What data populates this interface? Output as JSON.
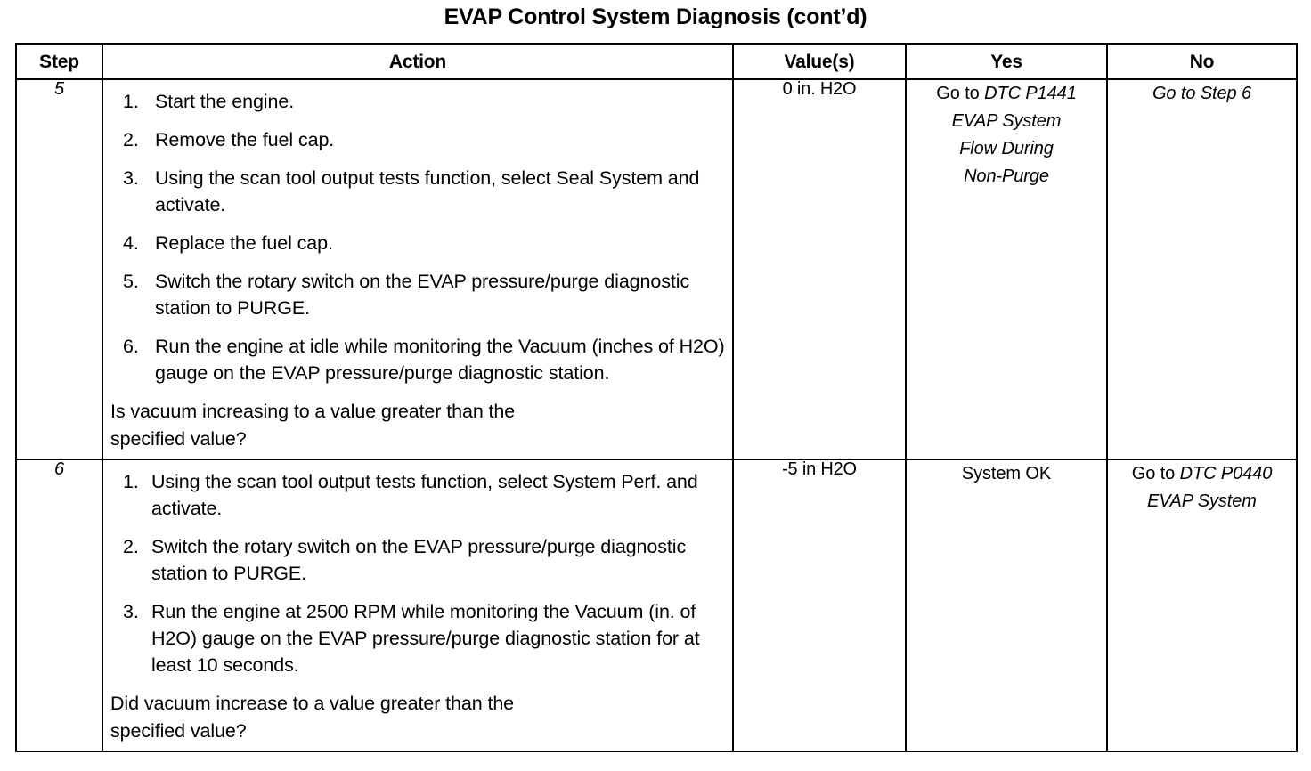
{
  "document": {
    "title": "EVAP Control System Diagnosis (cont’d)"
  },
  "table": {
    "headers": {
      "step": "Step",
      "action": "Action",
      "value": "Value(s)",
      "yes": "Yes",
      "no": "No"
    },
    "rows": [
      {
        "step": "5",
        "actions": [
          {
            "num": "1.",
            "text": "Start the engine."
          },
          {
            "num": "2.",
            "text": "Remove the fuel cap."
          },
          {
            "num": "3.",
            "text": "Using the scan tool output tests function, select Seal System and activate."
          },
          {
            "num": "4.",
            "text": "Replace the fuel cap."
          },
          {
            "num": "5.",
            "text": "Switch the rotary switch on the EVAP pressure/purge diagnostic station to PURGE."
          },
          {
            "num": "6.",
            "text": "Run the engine at idle while monitoring the Vacuum (inches of H2O) gauge on the EVAP pressure/purge diagnostic station."
          }
        ],
        "question_line1": "Is vacuum increasing to a value greater than the",
        "question_line2": "specified value?",
        "value": "0 in. H2O",
        "yes": {
          "line1_plain": "Go to ",
          "line1_italic": "DTC P1441",
          "line2_italic": "EVAP System",
          "line3_italic": "Flow During",
          "line4_italic": "Non-Purge"
        },
        "no": {
          "line1_italic": "Go to Step 6"
        }
      },
      {
        "step": "6",
        "actions": [
          {
            "num": "1.",
            "text": "Using the scan tool output tests function, select System Perf. and activate."
          },
          {
            "num": "2.",
            "text": "Switch the rotary switch on the EVAP pressure/purge diagnostic station to PURGE."
          },
          {
            "num": "3.",
            "text": "Run the engine at 2500 RPM while monitoring the Vacuum (in. of H2O) gauge on the EVAP pressure/purge diagnostic station for at least 10 seconds."
          }
        ],
        "question_line1": "Did vacuum increase to a value greater than the",
        "question_line2": "specified value?",
        "value": "-5 in H2O",
        "yes": {
          "line1_plain": "System OK"
        },
        "no": {
          "line1_plain": "Go to ",
          "line1_italic": "DTC P0440",
          "line2_italic": "EVAP System"
        }
      }
    ]
  }
}
